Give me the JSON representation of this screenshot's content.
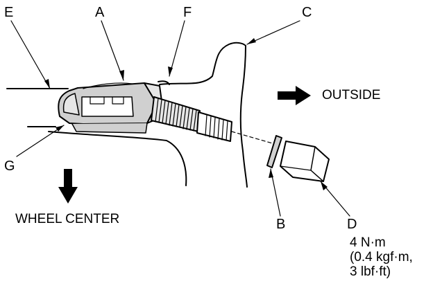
{
  "callouts": {
    "a": "A",
    "b": "B",
    "c": "C",
    "d": "D",
    "e": "E",
    "f": "F",
    "g": "G"
  },
  "direction_labels": {
    "outside": "OUTSIDE",
    "wheel_center": "WHEEL CENTER"
  },
  "torque_spec": {
    "line1": "4 N·m",
    "line2": "(0.4 kgf·m,",
    "line3": "3 lbf·ft)"
  },
  "colors": {
    "ink": "#000000",
    "body_gray": "#d0d0d0",
    "face_gray": "#e6e6e6",
    "background": "#ffffff"
  }
}
